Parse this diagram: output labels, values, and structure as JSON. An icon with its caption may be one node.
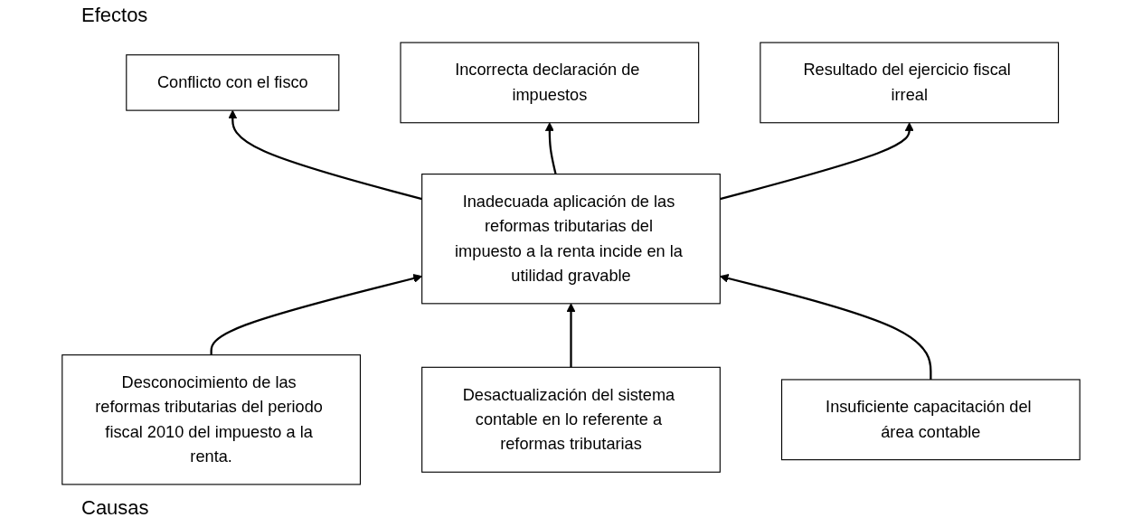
{
  "diagram": {
    "nodes": [
      {
        "text": [
          "Conflicto con el fisco"
        ]
      },
      {
        "text": [
          "Incorrecta declaración de impuestos"
        ]
      },
      {
        "text": [
          "Resultado del ejercicio fiscal irreal"
        ]
      },
      {
        "text": [
          "Inadecuada aplicación de las reformas tributarias del impuesto a la renta incide en la utilidad gravable"
        ]
      },
      {
        "text": [
          "Desconocimiento de las reformas tributarias del periodo fiscal 2010 del impuesto a la renta."
        ]
      },
      {
        "text": [
          "Desactualización del sistema contable en lo referente a reformas tributarias"
        ]
      },
      {
        "text": [
          "Insuficiente capacitación del área contable"
        ]
      }
    ],
    "edges": [
      {
        "from": 3,
        "to": 0,
        "arrow": "to"
      },
      {
        "from": 3,
        "to": 1,
        "arrow": "to"
      },
      {
        "from": 3,
        "to": 2,
        "arrow": "to"
      },
      {
        "from": 4,
        "to": 3,
        "arrow": "to"
      },
      {
        "from": 5,
        "to": 3,
        "arrow": "to"
      },
      {
        "from": 6,
        "to": 3,
        "arrow": "to"
      }
    ],
    "labels": [
      "Efectos",
      "Causas"
    ]
  }
}
